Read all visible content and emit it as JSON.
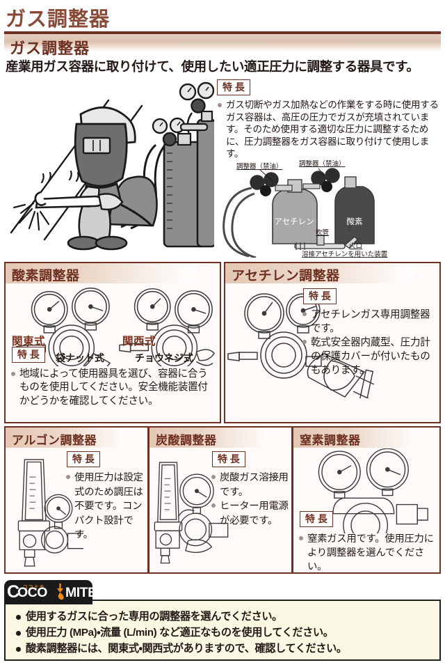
{
  "page": {
    "main_title": "ガス調整器",
    "section_title": "ガス調整器",
    "lead": "産業用ガス容器に取り付けて、使用したい適正圧力に調整する器具です。",
    "badge_label": "特 長",
    "colors": {
      "title_brown": "#8a4a38",
      "header_brown": "#6d2f1f",
      "border_brown": "#6d3022",
      "accent_red": "#7a2e1e",
      "bullet_gray": "#a1908c",
      "coco_orange": "#f08a1d",
      "coco_bg": "#fbf8e3"
    }
  },
  "intro": {
    "badge": "特 長",
    "bullets": [
      "ガス切断やガス加熱などの作業をする時に使用するガス容器は、高圧の圧力でガスが充填されています。そのため使用する適切な圧力に調整するために、圧力調整器をガス容器に取り付けて使用します。"
    ],
    "illustration_name": "welder-illustration"
  },
  "schematic": {
    "labels": {
      "regulator_left": "調整器（禁油）",
      "regulator_right": "調整器（禁油）",
      "cylinder_acetylene": "アセチレン",
      "cylinder_oxygen": "酸素",
      "torch": "吹管",
      "flame": "火口"
    },
    "caption": "溶接アセチレンを用いた装置"
  },
  "panels": [
    {
      "id": "oxygen",
      "title": "酸素調整器",
      "badge": "特 長",
      "mode_labels": [
        {
          "name": "関東式",
          "type": "袋ナット式"
        },
        {
          "name": "関西式",
          "type": "チョウネジ式"
        }
      ],
      "bullets": [
        "地域によって使用器具を選び、容器に合うものを使用してください。安全機能装置付かどうかを確認してください。"
      ]
    },
    {
      "id": "acetylene",
      "title": "アセチレン調整器",
      "badge": "特 長",
      "bullets": [
        "アセチレンガス専用調整器です。",
        "乾式安全器内蔵型、圧力計の保護カバーが付いたものもあります。"
      ]
    },
    {
      "id": "argon",
      "title": "アルゴン調整器",
      "badge": "特 長",
      "bullets": [
        "使用圧力は設定式のため調圧は不要です。コンパクト設計です。"
      ]
    },
    {
      "id": "carbon-dioxide",
      "title": "炭酸調整器",
      "badge": "特 長",
      "bullets": [
        "炭酸ガス溶接用です。",
        "ヒーター用電源が必要です。"
      ]
    },
    {
      "id": "nitrogen",
      "title": "窒素調整器",
      "badge": "特 長",
      "bullets": [
        "窒素ガス用です。使用圧力により調整器を選んでください。"
      ]
    }
  ],
  "cocomite": {
    "logo_sub": "ココミテ",
    "logo_c": "C",
    "logo_text": "OCO",
    "logo_text2": "MITE",
    "bullets": [
      "使用するガスに合った専用の調整器を選んでください。",
      "使用圧力 (MPa)・流量 (L/min) など適正なものを使用してください。",
      "酸素調整器には、関東式・関西式がありますので、確認してください。"
    ]
  }
}
